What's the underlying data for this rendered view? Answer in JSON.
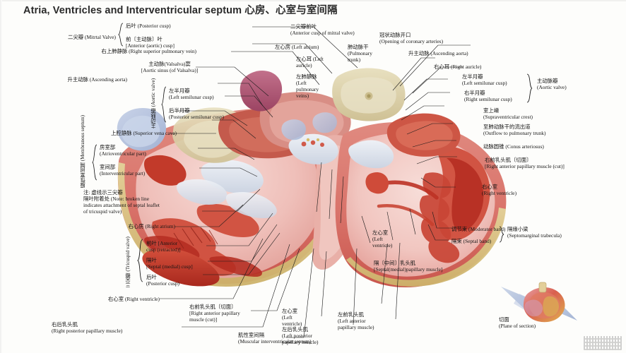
{
  "title": "Atria, Ventricles and Interventricular septum 心房、心室与室间隔",
  "labels": {
    "mitral_valve": "二尖瓣 (Mitrtal Valve)",
    "posterior_cusp": "后叶 (Posterior cusp)",
    "anterior_aortic_cusp": "前〔主动脉〕叶\n[Anterior (aortic) cusp]",
    "right_sup_pulm_vein": "右上肺静脉 (Right superior pulmonary vein)",
    "aortic_sinus": "主动脉(Valsalva)窦\n[Aortic sinus (of Valsalva)]",
    "ascending_aorta_left": "升主动脉 (Ascending aorta)",
    "aortic_valve_vert": "主动脉瓣 (Aortic valve)",
    "left_semilunar_cusp": "左半月瓣\n(Left semilunar cusp)",
    "posterior_semilunar_cusp": "后半月瓣\n(Posterior semilunar cusp)",
    "superior_vena_cava": "上腔静脉 (Superior vena cava)",
    "membranous_septum_vert": "膜性室间隔 (Membranous septum)",
    "atrioventricular_part": "房室部\n(Atrioventricular part)",
    "interventricular_part": "室间部\n(Interventricular part)",
    "note": "注: 虚线示三尖瓣\n隔叶附着处 (Note: broken line\nindicates attachment of septal leaflet\nof tricuspid valve)",
    "right_atrium_left": "右心房 (Right atrium)",
    "tricuspid_valve_vert": "三尖瓣 (Tricuspid valve)",
    "anterior_cusp_retracted": "前叶 [Anterior\ncusp (retracted)]",
    "septal_medial_cusp": "隔叶\n[Septal (medial) cusp]",
    "posterior_cusp_tri": "后叶\n(Posterior cusp)",
    "right_ventricle_left": "右心室 (Right ventricle)",
    "right_post_papillary": "右后乳头肌\n(Right posterior papillary muscle)",
    "right_ant_papillary_cut_bottom": "右前乳头肌〔切面〕\n[Right anterior papillary\nmuscle (cut)]",
    "muscular_iv_septum": "肌性室间隔\n(Muscular interventricular septum)",
    "left_ventricle_bl": "左心室\n(Left\nventricle)",
    "left_post_papillary_bl": "左后乳头肌\n(Left posterior\npapillary muscle)",
    "left_ant_papillary": "左前乳头肌\n(Left anterior\npapillary muscle)",
    "left_ventricle_mid": "左心室\n(Left\nventricle)",
    "left_ventricle_br": "左心室\n(Left\nventricle)",
    "left_post_papillary_br": "左后乳头肌\n(Left posterior\npapillary muscle)",
    "septal_medial_papillary": "隔〔中间〕乳头肌\n[Septal(medial)papillary muscle]",
    "anterior_cusp_mitral": "二尖瓣前叶\n(Anterior cusp of mitral valve)",
    "left_atrium": "左心房 (Left atrium)",
    "left_auricle": "左心耳 (Left\nauricle)",
    "left_pulmonary_veins": "左肺静脉\n(Left\npulmonary\nveins)",
    "pulmonary_trunk": "肺动脉干\n(Pulmonary\ntrunk)",
    "coronary_openings": "冠状动脉开口\n(Opening of coronary arteries)",
    "ascending_aorta_right": "升主动脉 (Ascending aorta)",
    "right_auricle": "右心耳 (Right auricle)",
    "left_semilunar_cusp_r": "左半月瓣\n(Left semilunar cusp)",
    "right_semilunar_cusp_r": "右半月瓣\n(Right semilunar cusp)",
    "aortic_valve_r": "主动脉瓣\n(Aortic valve)",
    "supraventricular_crest": "室上嵴\n(Supraventricular crest)",
    "outflow_pulmonary": "至肺动脉干的流出道\n(Outflow to pulmonary trunk)",
    "conus_arteriosus": "动脉圆锥 (Conus arteriosus)",
    "right_ant_papillary_cut": "右前乳头肌〔切面〕\n[Right anterior papillary muscle (cut)]",
    "right_ventricle_r": "右心室\n(Right ventricle)",
    "moderator_band": "调节束 (Moderator band)",
    "septal_band": "隔束 (Septal band)",
    "septomarginal_trabecula": "隔缘小梁\n(Septomarginal trabecula)",
    "plane_of_section": "切面\n(Plane of section)"
  },
  "colors": {
    "background": "#fdfdfb",
    "text": "#151515",
    "leader_line": "#1b1b1b",
    "myocardium_pink": "#e9a9a2",
    "myocardium_light": "#f0c3bd",
    "endocardium_pale": "#f6dcd8",
    "muscle_red": "#cf4430",
    "deep_red": "#b52d22",
    "valve_white": "#e3e7ef",
    "epicardium_yellow": "#d9c municipal",
    "fat_yellow": "#d8c47e",
    "vein_blue": "#b6c3de",
    "aorta_cream": "#ddd2a8",
    "pulmonary_mauve": "#b35a78",
    "inset_plane_blue": "#a9b8d8"
  }
}
